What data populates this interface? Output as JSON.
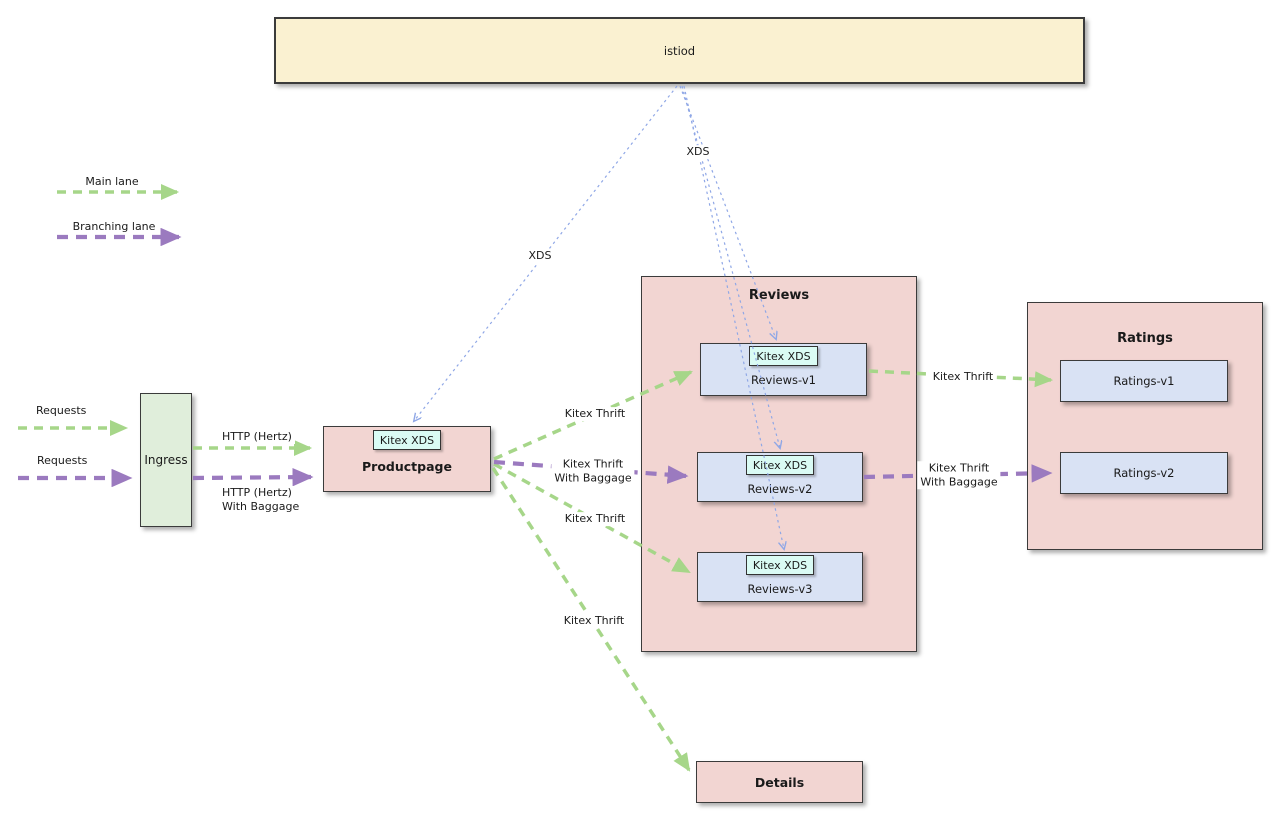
{
  "legend": {
    "main_lane": "Main lane",
    "branching_lane": "Branching lane"
  },
  "nodes": {
    "istiod": {
      "label": "istiod"
    },
    "ingress": {
      "label": "Ingress"
    },
    "productpage": {
      "label": "Productpage",
      "badge": "Kitex XDS"
    },
    "reviews": {
      "label": "Reviews",
      "items": [
        {
          "label": "Reviews-v1",
          "badge": "Kitex XDS"
        },
        {
          "label": "Reviews-v2",
          "badge": "Kitex XDS"
        },
        {
          "label": "Reviews-v3",
          "badge": "Kitex XDS"
        }
      ]
    },
    "ratings": {
      "label": "Ratings",
      "items": [
        {
          "label": "Ratings-v1"
        },
        {
          "label": "Ratings-v2"
        }
      ]
    },
    "details": {
      "label": "Details"
    }
  },
  "edges": {
    "requests_main": "Requests",
    "requests_branching": "Requests",
    "http_hertz": "HTTP (Hertz)",
    "http_hertz_baggage": "HTTP (Hertz)\nWith Baggage",
    "kitex_thrift_v1": "Kitex Thrift",
    "kitex_thrift_baggage_v2": "Kitex Thrift\nWith Baggage",
    "kitex_thrift_v3": "Kitex Thrift",
    "kitex_thrift_details": "Kitex Thrift",
    "kitex_thrift_ratings_v1": "Kitex Thrift",
    "kitex_thrift_baggage_ratings_v2": "Kitex Thrift\nWith Baggage",
    "xds_productpage": "XDS",
    "xds_reviews": "XDS"
  },
  "colors": {
    "istiod_fill": "#FAF1D1",
    "container_fill": "#F2D5D2",
    "service_fill": "#D9E2F4",
    "badge_fill": "#DAFBF4",
    "ingress_fill": "#E0EEDB",
    "main_lane_green": "#A6D689",
    "branching_lane_purple": "#9B7ABF",
    "xds_line_blue": "#8FA7E6",
    "border": "#3B3B3B"
  }
}
